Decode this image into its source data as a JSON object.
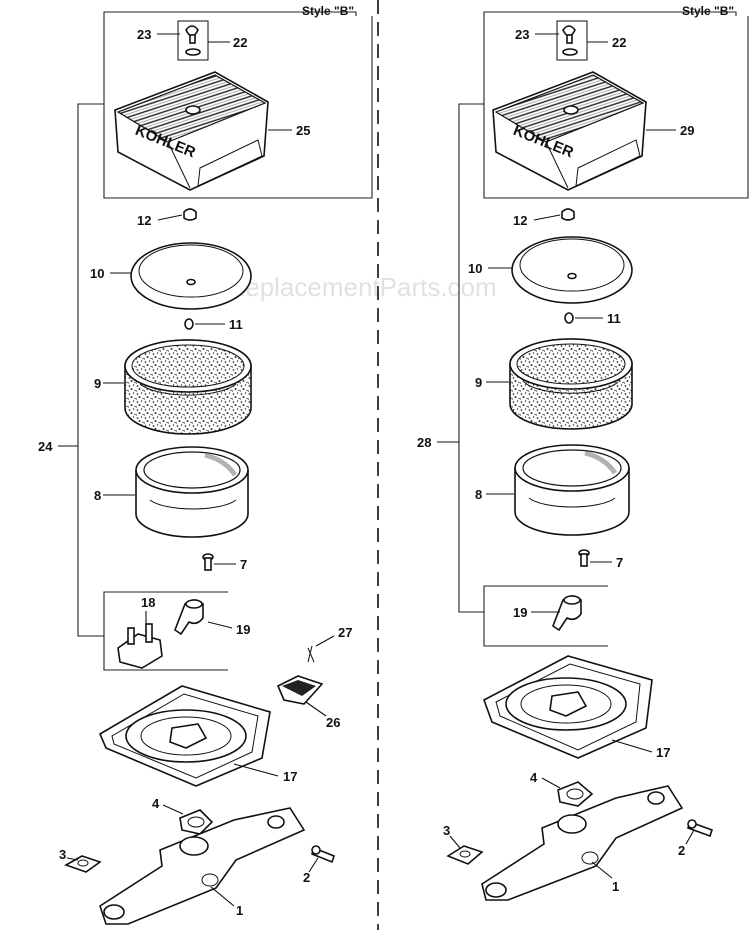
{
  "watermark": "eReplacementParts.com",
  "left": {
    "style": "Style \"B\"",
    "callouts": {
      "p23": "23",
      "p22": "22",
      "p25": "25",
      "p12": "12",
      "p10": "10",
      "p11": "11",
      "p9": "9",
      "p24": "24",
      "p8": "8",
      "p7": "7",
      "p18": "18",
      "p19": "19",
      "p27": "27",
      "p26": "26",
      "p17": "17",
      "p4": "4",
      "p3": "3",
      "p2": "2",
      "p1": "1"
    }
  },
  "right": {
    "style": "Style \"B\"",
    "callouts": {
      "p23": "23",
      "p22": "22",
      "p29": "29",
      "p12": "12",
      "p10": "10",
      "p11": "11",
      "p9": "9",
      "p28": "28",
      "p8": "8",
      "p7": "7",
      "p19": "19",
      "p17": "17",
      "p4": "4",
      "p3": "3",
      "p2": "2",
      "p1": "1"
    }
  },
  "cover_logo": "KOHLER"
}
